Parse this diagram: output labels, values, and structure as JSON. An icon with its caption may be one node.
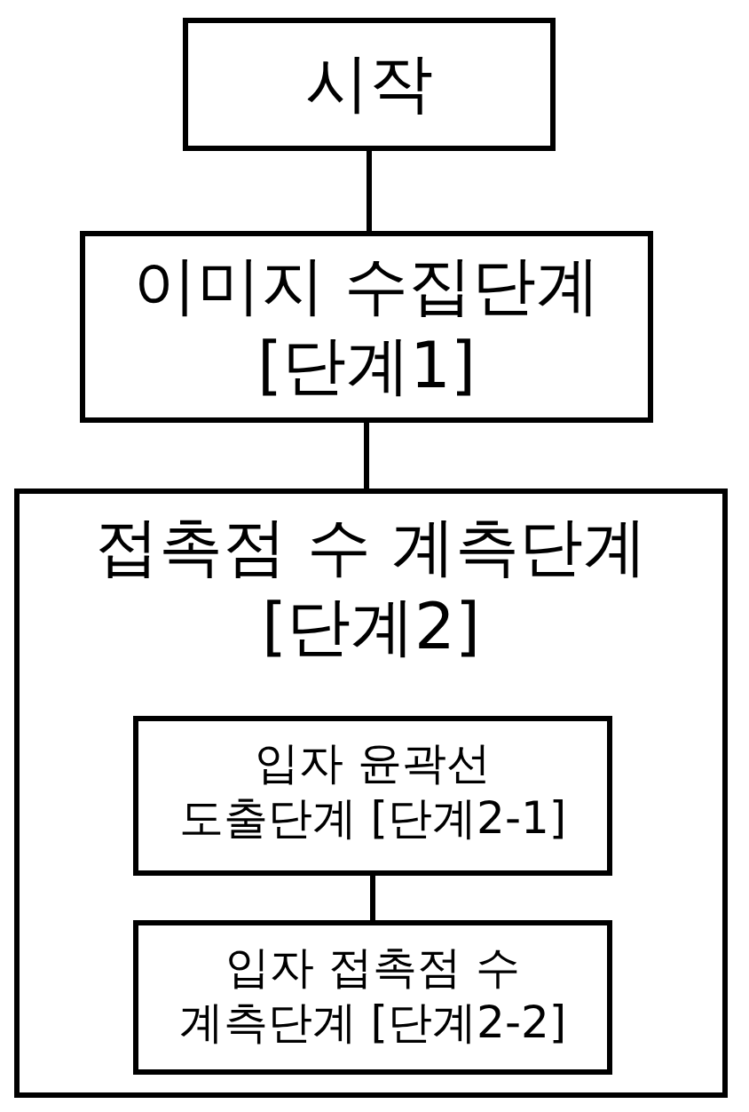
{
  "diagram": {
    "nodes": [
      {
        "text": [
          "시작"
        ]
      },
      {
        "text": [
          "이미지 수집단계 [단계1]"
        ]
      },
      {
        "text": [
          "접촉점 수 계측단계 [단계2]"
        ]
      },
      {
        "text": [
          "입자 윤곽선 도출단계 [단계2-1]"
        ],
        "in": 2
      },
      {
        "text": [
          "입자 접촉점 수 계측단계 [단계2-2]"
        ],
        "in": 2
      }
    ],
    "edges": [
      {
        "from": 0,
        "to": 1,
        "arrow": "none"
      },
      {
        "from": 1,
        "to": 2,
        "arrow": "none"
      },
      {
        "from": 3,
        "to": 4,
        "arrow": "none"
      }
    ]
  }
}
